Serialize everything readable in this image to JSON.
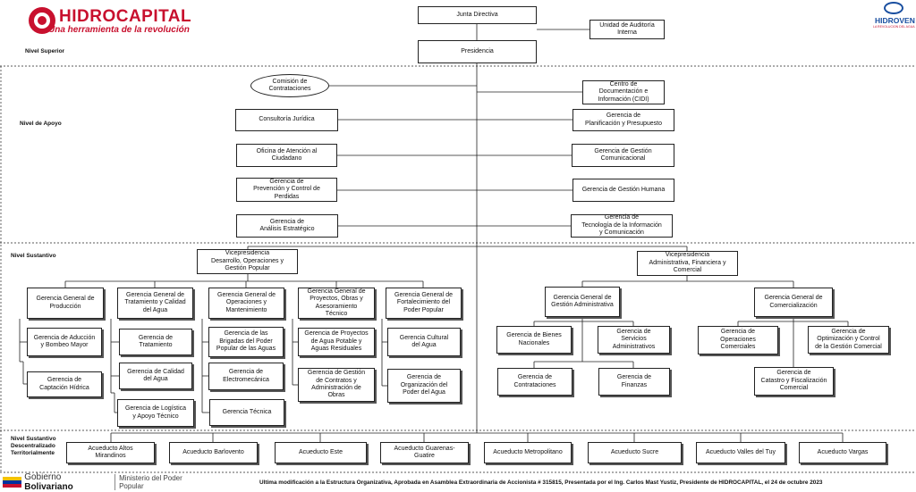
{
  "header": {
    "org_name": "HIDROCAPITAL",
    "slogan": "Una herramienta de la revolución",
    "right_logo_name": "HIDROVEN",
    "right_logo_sub": "LA REVOLUCION DEL AGUA"
  },
  "levels": [
    {
      "id": "superior",
      "label": "Nivel Superior"
    },
    {
      "id": "apoyo",
      "label": "Nivel de  Apoyo"
    },
    {
      "id": "sustantivo",
      "label": "Nivel Sustantivo"
    },
    {
      "id": "descentralizado",
      "label": "Nivel Sustantivo\nDescentralizado\nTerritorialmente"
    }
  ],
  "units": {
    "junta": "Junta Directiva",
    "auditoria": "Unidad de Auditoría\nInterna",
    "presidencia": "Presidencia",
    "comision": "Comisión de\nContrataciones",
    "cidi": "Centro de\nDocumentación e\nInformación (CIDI)",
    "consultoria": "Consultoría Jurídica",
    "planificacion": "Gerencia de\nPlanificación y Presupuesto",
    "oac": "Oficina de Atención al\nCiudadano",
    "comunicacional": "Gerencia de Gestión\nComunicacional",
    "perdidas": "Gerencia de\nPrevención y Control de\nPerdidas",
    "humana": "Gerencia de Gestión Humana",
    "estrategico": "Gerencia de\nAnálisis Estratégico",
    "tecnologia": "Gerencia de\nTecnología de la Información\ny Comunicación",
    "vp_operaciones": "Vicepresidencia\nDesarrollo, Operaciones y\nGestión Popular",
    "vp_admin": "Vicepresidencia\nAdministrativa, Financiera y\nComercial",
    "gg_produccion": "Gerencia General de\nProducción",
    "gg_tratamiento": "Gerencia General de\nTratamiento y Calidad\ndel Agua",
    "gg_operaciones": "Gerencia General de\nOperaciones y\nMantenimiento",
    "gg_proyectos": "Gerencia General de\nProyectos, Obras y\nAsesoramiento\nTécnico",
    "gg_fortalecimiento": "Gerencia General de\nFortalecimiento del\nPoder Popular",
    "aduccion": "Gerencia de Aducción\ny Bombeo Mayor",
    "captacion": "Gerencia de\nCaptación Hídrica",
    "g_tratamiento": "Gerencia de\nTratamiento",
    "calidad": "Gerencia de Calidad\ndel Agua",
    "logistica": "Gerencia de Logística\ny Apoyo Técnico",
    "brigadas": "Gerencia de las\nBrigadas del Poder\nPopular de las Aguas",
    "electromecanica": "Gerencia de\nElectromecánica",
    "tecnica": "Gerencia Técnica",
    "proy_agua": "Gerencia de Proyectos\nde Agua Potable y\nAguas Residuales",
    "contratos_obras": "Gerencia de Gestión\nde Contratos y\nAdministración de\nObras",
    "cultural": "Gerencia Cultural\ndel Agua",
    "organizacion": "Gerencia de\nOrganización del\nPoder del Agua",
    "gg_administrativa": "Gerencia General de\nGestión Administrativa",
    "gg_comercializacion": "Gerencia General de\nComercialización",
    "bienes": "Gerencia de Bienes\nNacionales",
    "servicios": "Gerencia de\nServicios\nAdministrativos",
    "contrataciones": "Gerencia de\nContrataciones",
    "finanzas": "Gerencia de\nFinanzas",
    "op_comerciales": "Gerencia de\nOperaciones\nComerciales",
    "optimizacion": "Gerencia de\nOptimización y Control\nde la Gestión Comercial",
    "catastro": "Gerencia de\nCatastro y Fiscalización\nComercial",
    "acu_altos": "Acueducto Altos\nMirandinos",
    "acu_barlovento": "Acueducto Barlovento",
    "acu_este": "Acueducto Este",
    "acu_guarenas": "Acueducto Guarenas-\nGuatire",
    "acu_metropolitano": "Acueducto Metropolitano",
    "acu_sucre": "Acueducto Sucre",
    "acu_tuy": "Acueducto Valles del Tuy",
    "acu_vargas": "Acueducto Vargas"
  },
  "footer": {
    "gobierno": "Gobierno",
    "bolivariano": "Bolivariano",
    "ministerio": "Ministerio del Poder Popular",
    "note": "Ultima modificación a la Estructura Organizativa, Aprobada en Asamblea Extraordinaria de Accionista # 315815, Presentada por el Ing. Carlos Mast Yustiz, Presidente de HIDROCAPITAL, el 24 de octubre 2023"
  },
  "colors": {
    "brand_red": "#c8102e",
    "brand_blue": "#1a4fa0",
    "line": "#222222"
  }
}
